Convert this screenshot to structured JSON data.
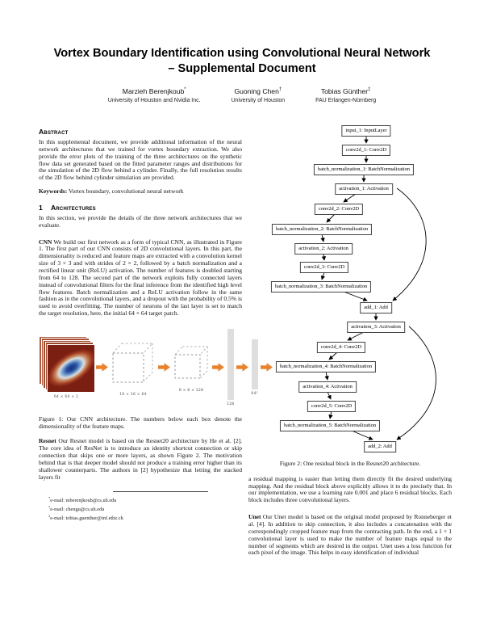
{
  "header": {
    "title_line1": "Vortex Boundary Identification using Convolutional Neural Network",
    "title_line2": "– Supplemental Document",
    "authors": [
      {
        "name": "Marzieh Berenjkoub",
        "marker": "*",
        "affiliation": "University of Houston and Nvidia Inc."
      },
      {
        "name": "Guoning Chen",
        "marker": "†",
        "affiliation": "University of Houston"
      },
      {
        "name": "Tobias Günther",
        "marker": "‡",
        "affiliation": "FAU Erlangen-Nürnberg"
      }
    ]
  },
  "abstract": {
    "heading": "Abstract",
    "body": "In this supplemental document, we provide additional information of the neural network architectures that we trained for vortex boundary extraction. We also provide the error plots of the training of the three architectures on the synthetic flow data set generated based on the fitted parameter ranges and distributions for the simulation of the 2D flow behind a cylinder. Finally, the full resolution results of the 2D flow behind cylinder simulation are provided.",
    "keywords_label": "Keywords:",
    "keywords": "Vortex boundary, convolutional neural network"
  },
  "section1": {
    "number": "1",
    "heading": "Architectures",
    "intro": "In this section, we provide the details of the three network architectures that we evaluate.",
    "cnn_label": "CNN",
    "cnn_body": "We build our first network as a form of typical CNN, as illustrated in Figure 1. The first part of our CNN consists of 2D convolutional layers. In this part, the dimensionality is reduced and feature maps are extracted with a convolution kernel size of 3 × 3 and with strides of 2 × 2, followed by a batch normalization and a rectified linear unit (ReLU) activation. The number of features is doubled starting from 64 to 128. The second part of the network exploits fully connected layers instead of convolutional filters for the final inference from the identified high level flow features. Batch normalization and a ReLU activation follow in the same fashion as in the convolutional layers, and a dropout with the probability of 0.5% is used to avoid overfitting. The number of neurons of the last layer is set to match the target resolution, here, the initial 64 × 64 target patch.",
    "resnet_label": "Resnet",
    "resnet_body": "Our Resnet model is based on the Resnet20 architecture by He et al. [2]. The core idea of ResNet is to introduce an identity shortcut connection or skip connection that skips one or more layers, as shown Figure 2. The motivation behind that is that deeper model should not produce a training error higher than its shallower counterparts. The authors in [2] hypothesize that letting the stacked layers fit",
    "residual_paragraph": "a residual mapping is easier than letting them directly fit the desired underlying mapping. And the residual block above explicitly allows it to do precisely that. In our implementation, we use a learning rate 0.001 and place 6 residual blocks. Each block includes three convolutional layers.",
    "unet_label": "Unet",
    "unet_body": "Our Unet model is based on the original model proposed by Ronneberger et al. [4]. In addition to skip connection, it also includes a concatenation with the correspondingly cropped feature map from the contracting path. In the end, a 1 × 1 convolutional layer is used to make the number of feature maps equal to the number of segments which are desired in the output. Unet uses a loss function for each pixel of the image. This helps in easy identification of individual"
  },
  "figure1": {
    "caption": "Figure 1: Our CNN architecture. The numbers below each box denote the dimensionality of the feature maps.",
    "labels": {
      "input": "64 × 64 × 2",
      "box1": "16 × 16 × 64",
      "box2": "8 × 8 × 128",
      "bar1": "128",
      "bar2": "64²"
    },
    "accent_color": "#E8822D"
  },
  "figure2": {
    "caption": "Figure 2: One residual block in the Resnet20 architecture.",
    "nodes": [
      {
        "label": "input_1: InputLayer"
      },
      {
        "label": "conv2d_1: Conv2D"
      },
      {
        "label": "batch_normalization_1: BatchNormalization"
      },
      {
        "label": "activation_1: Activation"
      },
      {
        "label": "conv2d_2: Conv2D"
      },
      {
        "label": "batch_normalization_2: BatchNormalization"
      },
      {
        "label": "activation_2: Activation"
      },
      {
        "label": "conv2d_3: Conv2D"
      },
      {
        "label": "batch_normalization_3: BatchNormalization"
      },
      {
        "label": "add_1: Add"
      },
      {
        "label": "activation_3: Activation"
      },
      {
        "label": "conv2d_4: Conv2D"
      },
      {
        "label": "batch_normalization_4: BatchNormalization"
      },
      {
        "label": "activation_4: Activation"
      },
      {
        "label": "conv2d_5: Conv2D"
      },
      {
        "label": "batch_normalization_5: BatchNormalization"
      },
      {
        "label": "add_2: Add"
      }
    ]
  },
  "footnotes": [
    {
      "marker": "*",
      "text": "e-mail: mberenjkoub@cs.uh.edu"
    },
    {
      "marker": "†",
      "text": "e-mail: chengu@cs.uh.edu"
    },
    {
      "marker": "‡",
      "text": "e-mail: tobias.guenther@inf.ethz.ch"
    }
  ]
}
